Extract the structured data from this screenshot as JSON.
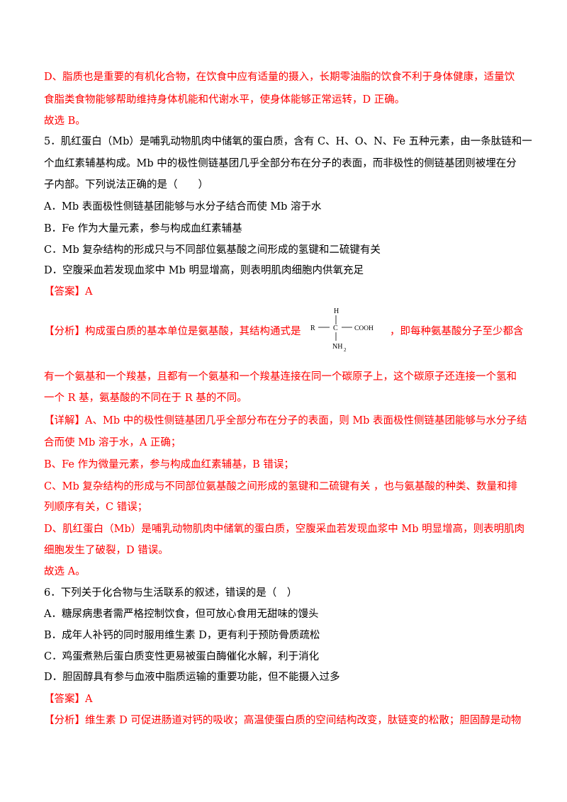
{
  "prev_explanation": {
    "d_line1": "D、脂质也是重要的有机化合物，在饮食中应有适量的摄入，长期零油脂的饮食不利于身体健康，适量饮",
    "d_line2": "食脂类食物能够帮助维持身体机能和代谢水平，使身体能够正常运转，D 正确。",
    "choose": "故选 B。"
  },
  "q5": {
    "stem_line1": "5．肌红蛋白（Mb）是哺乳动物肌肉中储氧的蛋白质，含有 C、H、O、N、Fe 五种元素，由一条肽链和一",
    "stem_line2": "个血红素辅基构成。Mb 中的极性侧链基团几乎全部分布在分子的表面，而非极性的侧链基团则被埋在分",
    "stem_line3": "子内部。下列说法正确的是（　　）",
    "option_a": "A．Mb 表面极性侧链基团能够与水分子结合而使 Mb 溶于水",
    "option_b": "B．Fe 作为大量元素，参与构成血红素辅基",
    "option_c": "C．Mb 复杂结构的形成只与不同部位氨基酸之间形成的氢键和二硫键有关",
    "option_d": "D．空腹采血若发现血浆中 Mb 明显增高，则表明肌肉细胞内供氧充足",
    "answer": "【答案】A",
    "analysis_left": "【分析】构成蛋白质的基本单位是氨基酸，其结构通式是",
    "analysis_right": "，即每种氨基酸分子至少都含",
    "formula": {
      "top_h": "H",
      "r": "R",
      "c": "C",
      "cooh": "COOH",
      "nh": "NH",
      "sub2": "2"
    },
    "analysis_line2": "有一个氨基和一个羧基，且都有一个氨基和一个羧基连接在同一个碳原子上，这个碳原子还连接一个氢和",
    "analysis_line3": "一个 R 基，氨基酸的不同在于 R 基的不同。",
    "detail_line1": "【详解】A、Mb 中的极性侧链基团几乎全部分布在分子的表面，则 Mb 表面极性侧链基团能够与水分子结",
    "detail_line2": "合而使 Mb 溶于水，A 正确；",
    "detail_b": "B、Fe 作为微量元素，参与构成血红素辅基，B 错误；",
    "detail_c1": "C、Mb 复杂结构的形成与不同部位氨基酸之间形成的氢键和二硫键有关 ，也与氨基酸的种类、数量和排",
    "detail_c2": "列顺序有关，C 错误；",
    "detail_d1": "D、肌红蛋白（Mb）是哺乳动物肌肉中储氧的蛋白质，空腹采血若发现血浆中 Mb 明显增高，则表明肌肉",
    "detail_d2": "细胞发生了破裂，D 错误。",
    "choose": "故选 A。"
  },
  "q6": {
    "stem": "6．下列关于化合物与生活联系的叙述，错误的是（　）",
    "option_a": "A．糖尿病患者需严格控制饮食，但可放心食用无甜味的馒头",
    "option_b": "B．成年人补钙的同时服用维生素 D，更有利于预防骨质疏松",
    "option_c": "C．鸡蛋煮熟后蛋白质变性更易被蛋白酶催化水解，利于消化",
    "option_d": "D．胆固醇具有参与血液中脂质运输的重要功能，但不能摄入过多",
    "answer": "【答案】A",
    "analysis": "【分析】维生素 D 可促进肠道对钙的吸收；高温使蛋白质的空间结构改变，肽链变的松散；胆固醇是动物"
  }
}
